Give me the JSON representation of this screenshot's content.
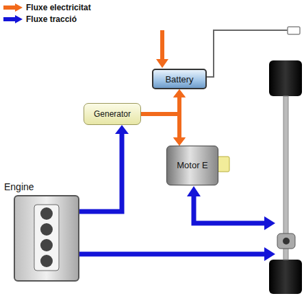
{
  "diagram": {
    "nodes": [
      {
        "text": [
          "Battery"
        ]
      },
      {
        "text": [
          "Generator"
        ]
      },
      {
        "text": [
          "Motor E"
        ]
      },
      {
        "text": [
          "Engine"
        ]
      }
    ],
    "edges": [
      {
        "from": 3,
        "to": 1,
        "arrow": "to"
      },
      {
        "from": 1,
        "to": 0,
        "arrow": "to"
      },
      {
        "from": 1,
        "to": 2,
        "arrow": "to"
      },
      {
        "from": 0,
        "to": 2,
        "arrow": "both"
      }
    ],
    "legend": [
      {
        "text": "Fluxe electricitat",
        "color": "#f26a1b"
      },
      {
        "text": "Fluxe tracció",
        "color": "#1414d8"
      }
    ]
  }
}
